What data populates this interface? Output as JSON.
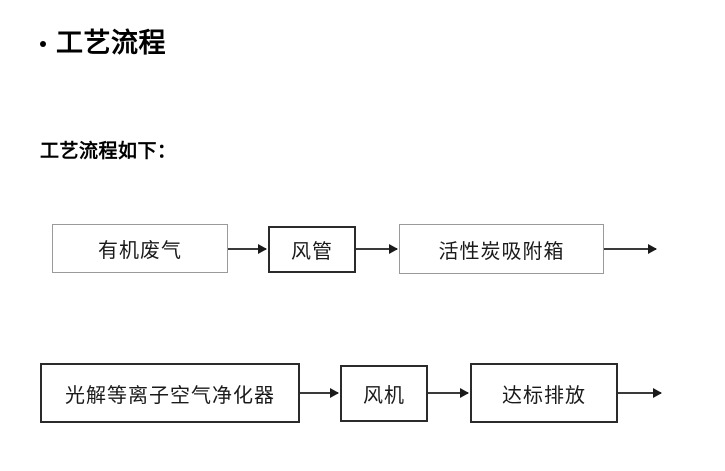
{
  "document": {
    "heading": {
      "bullet_glyph": "•",
      "text": "工艺流程"
    },
    "subtitle": "工艺流程如下："
  },
  "diagram": {
    "type": "process-flow",
    "colors": {
      "node_border_light": "#9a9a9a",
      "node_border_dark": "#2b2b2b",
      "connector": "#3a3a3a",
      "text": "#1a1a1a",
      "background": "#ffffff"
    },
    "rows": [
      {
        "row_index": 1,
        "nodes": [
          {
            "id": "organic-waste-gas",
            "label": "有机废气"
          },
          {
            "id": "air-duct",
            "label": "风管"
          },
          {
            "id": "activated-carbon-box",
            "label": "活性炭吸附箱"
          }
        ],
        "arrows": [
          {
            "from": "organic-waste-gas",
            "to": "air-duct"
          },
          {
            "from": "air-duct",
            "to": "activated-carbon-box"
          },
          {
            "from": "activated-carbon-box",
            "to": "continues-next-row"
          }
        ]
      },
      {
        "row_index": 2,
        "nodes": [
          {
            "id": "photolysis-plasma-purifier",
            "label": "光解等离子空气净化器"
          },
          {
            "id": "fan",
            "label": "风机"
          },
          {
            "id": "compliant-emission",
            "label": "达标排放"
          }
        ],
        "arrows": [
          {
            "from": "photolysis-plasma-purifier",
            "to": "fan"
          },
          {
            "from": "fan",
            "to": "compliant-emission"
          },
          {
            "from": "compliant-emission",
            "to": "exit"
          }
        ]
      }
    ]
  }
}
